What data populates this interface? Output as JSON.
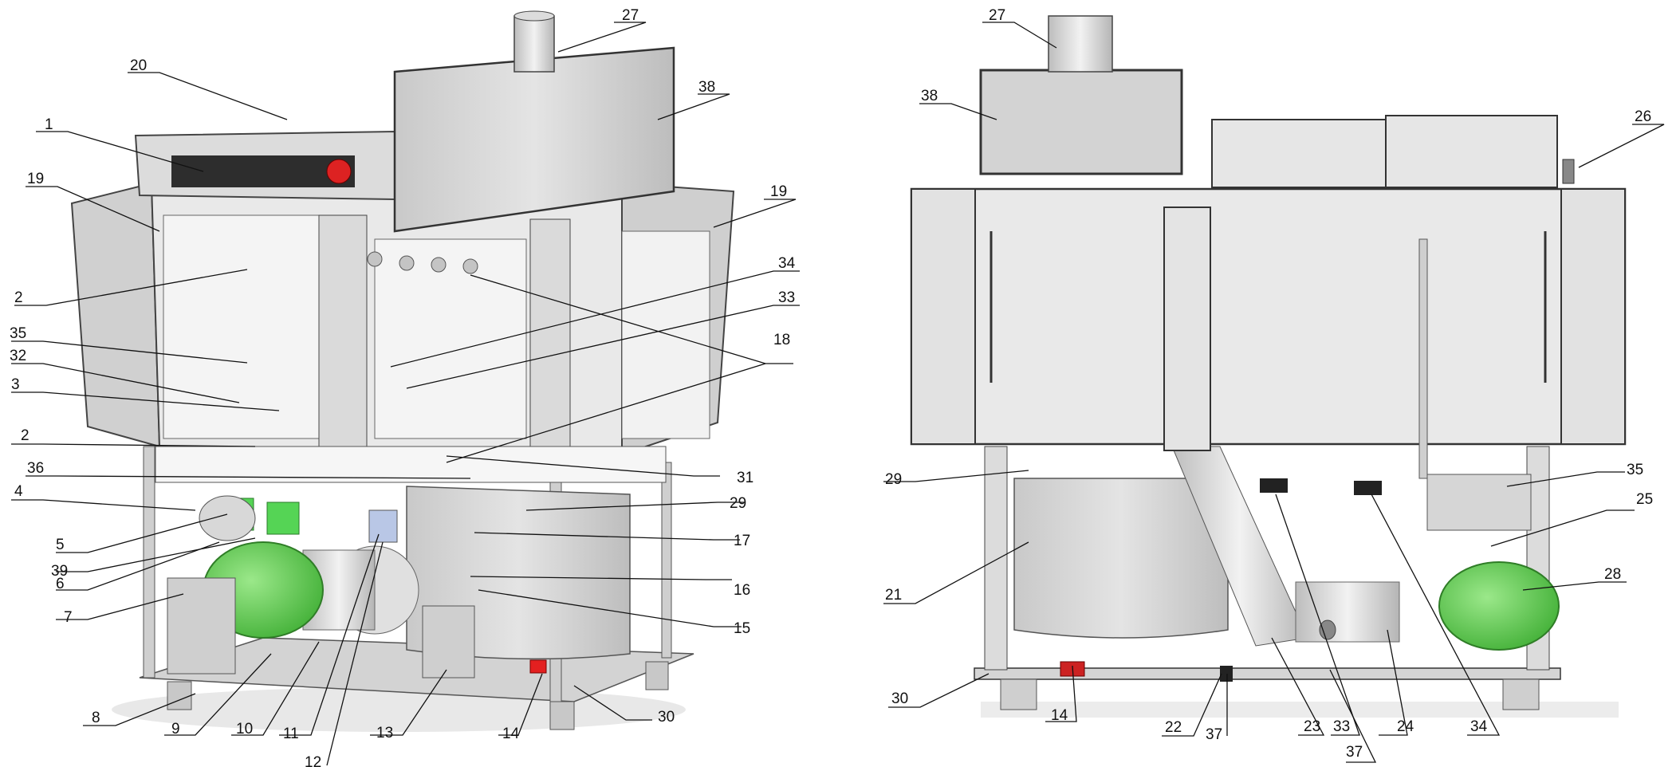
{
  "left_view": {
    "callouts": [
      "27",
      "20",
      "38",
      "1",
      "19",
      "19",
      "2",
      "34",
      "35",
      "33",
      "32",
      "18",
      "3",
      "2",
      "31",
      "36",
      "29",
      "4",
      "17",
      "5",
      "39",
      "16",
      "6",
      "7",
      "15",
      "8",
      "9",
      "10",
      "11",
      "13",
      "14",
      "30",
      "12"
    ]
  },
  "right_view": {
    "callouts": [
      "27",
      "38",
      "26",
      "29",
      "35",
      "25",
      "21",
      "28",
      "30",
      "14",
      "22",
      "37",
      "23",
      "33",
      "24",
      "34",
      "37"
    ]
  }
}
